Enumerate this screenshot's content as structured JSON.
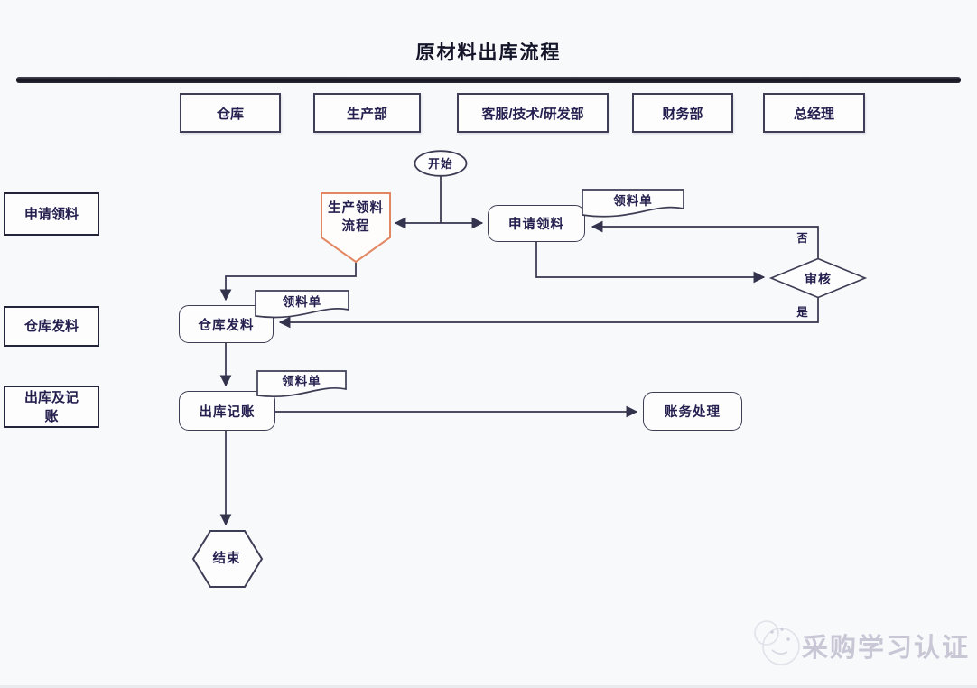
{
  "title": "原材料出库流程",
  "lanes": {
    "warehouse": "仓库",
    "production": "生产部",
    "service_tech_rd": "客服/技术/研发部",
    "finance": "财务部",
    "general_manager": "总经理"
  },
  "side_labels": {
    "apply": "申请领料",
    "issue": "仓库发料",
    "record": "出库及记账"
  },
  "nodes": {
    "start": "开始",
    "subprocess": "生产领料流程",
    "apply": "申请领料",
    "doc": "领料单",
    "review": "审核",
    "issue": "仓库发料",
    "record": "出库记账",
    "account": "账务处理",
    "end": "结束",
    "yes": "是",
    "no": "否"
  },
  "watermark": "采购学习认证",
  "colors": {
    "accent_orange": "#e28762",
    "line": "#33334d",
    "text": "#241f4e",
    "watermark": "#c9c7d5",
    "separator": "#2a2a3a"
  }
}
